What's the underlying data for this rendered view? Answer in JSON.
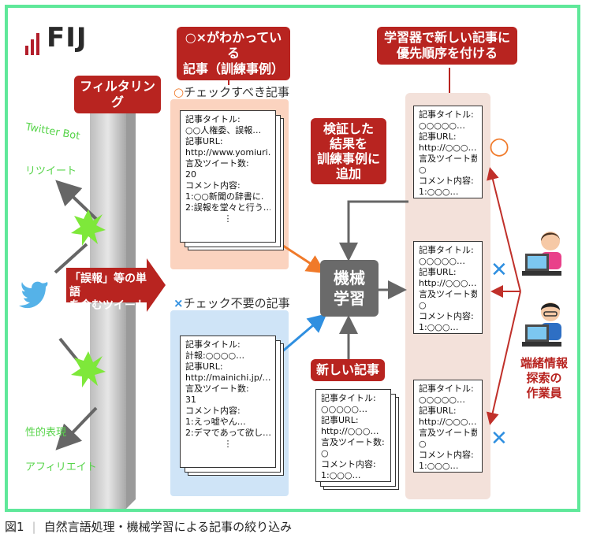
{
  "logo": {
    "text": "FIJ"
  },
  "labels": {
    "known_examples": [
      "○×がわかっている",
      "記事（訓練事例）"
    ],
    "filtering": "フィルタリング",
    "check_needed": "チェックすべき記事",
    "check_unneeded": "チェック不要の記事",
    "verified": [
      "検証した",
      "結果を",
      "訓練事例に",
      "追加"
    ],
    "priority": [
      "学習器で新しい記事に",
      "優先順序を付ける"
    ],
    "ml": [
      "機械",
      "学習"
    ],
    "new_articles": "新しい記事",
    "keyword_tweet": [
      "「誤報」等の単語",
      "を含むツイート"
    ],
    "staff": [
      "端緒情報",
      "探索の",
      "作業員"
    ],
    "green_tags": [
      "Twitter Bot",
      "リツイート",
      "性的表現",
      "アフィリエイト"
    ]
  },
  "doc_check": [
    "記事タイトル:",
    "○○人権委、誤報…",
    "記事URL:",
    "http://www.yomiuri…",
    "言及ツイート数:",
    "20",
    "コメント内容:",
    "1:○○新聞の辞書に.",
    "2:誤報を堂々と行う…",
    "⋮"
  ],
  "doc_unneeded": [
    "記事タイトル:",
    "計報:○○○○…",
    "記事URL:",
    "http://mainichi.jp/…",
    "言及ツイート数:",
    "31",
    "コメント内容:",
    "1:えっ嘘やん…",
    "2:デマであって欲し…",
    "⋮"
  ],
  "doc_new": [
    "記事タイトル:",
    "○○○○○…",
    "記事URL:",
    "http://○○○…",
    "言及ツイート数:",
    "○",
    "コメント内容:",
    "1:○○○…"
  ],
  "doc_ranked": [
    "記事タイトル:",
    "○○○○○…",
    "記事URL:",
    "http://○○○…",
    "言及ツイート数:",
    "○",
    "コメント内容:",
    "1:○○○…"
  ],
  "marks": {
    "circle": "○",
    "cross_label": "×",
    "cross": "✕"
  },
  "caption": {
    "fig": "図1",
    "text": "自然言語処理・機械学習による記事の絞り込み"
  },
  "colors": {
    "red": "#b82420",
    "green_frame": "#5fe89a",
    "orange": "#f07a2a",
    "blue": "#2f8fe0"
  }
}
